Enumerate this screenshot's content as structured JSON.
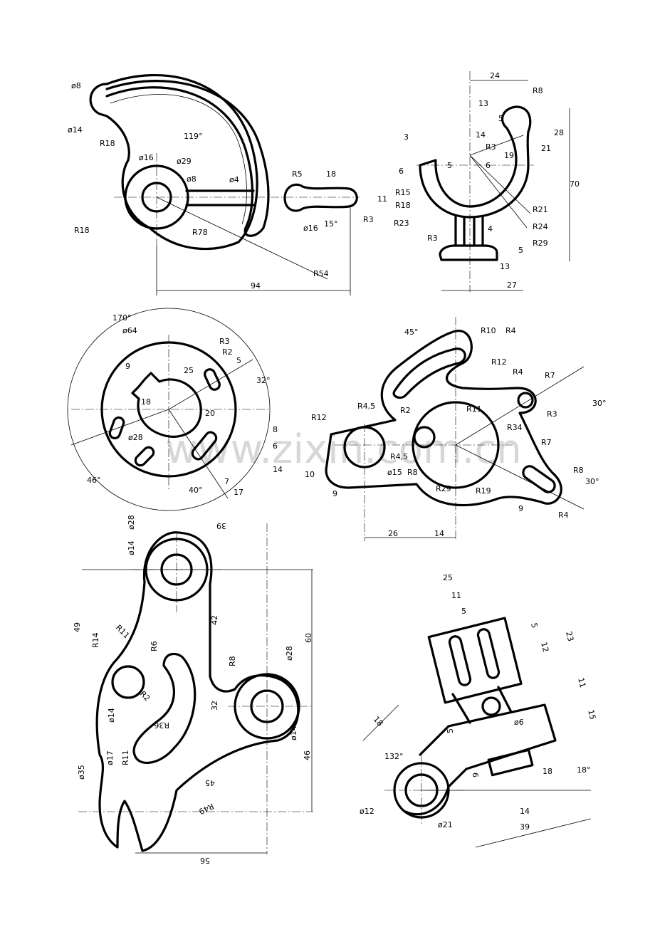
{
  "watermark": "www.zixin.com.cn",
  "drawings": {
    "hook_lever": {
      "dims": [
        "ø8",
        "ø14",
        "R18",
        "ø16",
        "ø29",
        "ø8",
        "119°",
        "ø4",
        "R5",
        "18",
        "11",
        "R3",
        "ø16",
        "15°",
        "R78",
        "R18",
        "R54",
        "94"
      ]
    },
    "hook_bracket": {
      "dims": [
        "24",
        "R8",
        "13",
        "5",
        "14",
        "R3",
        "19",
        "21",
        "28",
        "70",
        "3",
        "6",
        "5",
        "6",
        "R15",
        "R18",
        "R23",
        "R21",
        "R24",
        "R29",
        "R3",
        "4",
        "5",
        "13",
        "27"
      ]
    },
    "disc": {
      "dims": [
        "170°",
        "ø64",
        "R3",
        "R2",
        "5",
        "9",
        "25",
        "32°",
        "18",
        "20",
        "ø28",
        "46°",
        "40°",
        "7",
        "17"
      ]
    },
    "cam_plate": {
      "dims": [
        "45°",
        "R10",
        "R4",
        "R12",
        "R4",
        "R7",
        "R4,5",
        "R2",
        "R11",
        "R3",
        "30°",
        "R12",
        "8",
        "6",
        "R34",
        "R7",
        "14",
        "R4,5",
        "10",
        "ø15",
        "R8",
        "R8",
        "30°",
        "9",
        "R29",
        "R19",
        "9",
        "R4",
        "26",
        "14"
      ]
    },
    "fork_lever": {
      "dims": [
        "ø28",
        "ø14",
        "39",
        "49",
        "R11",
        "42",
        "60",
        "R14",
        "R6",
        "R8",
        "ø28",
        "R2",
        "R36",
        "32",
        "ø14",
        "ø14",
        "46",
        "ø17",
        "R11",
        "ø35",
        "45",
        "R49",
        "56"
      ]
    },
    "angled_bracket": {
      "dims": [
        "25",
        "11",
        "5",
        "5",
        "23",
        "12",
        "11",
        "15",
        "18",
        "ø6",
        "5",
        "132°",
        "9",
        "18",
        "18°",
        "14",
        "ø12",
        "ø21",
        "39"
      ]
    }
  }
}
